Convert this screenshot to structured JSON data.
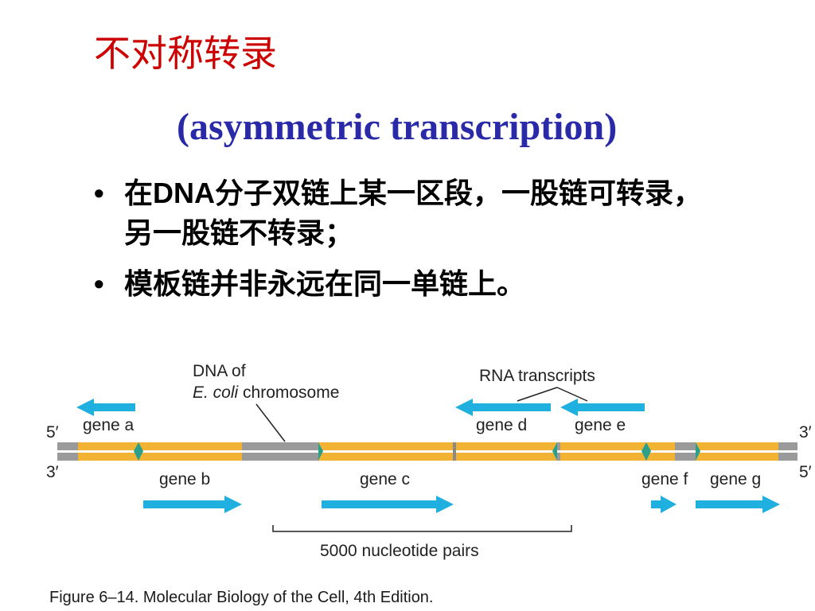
{
  "title_cn": "不对称转录",
  "title_en": "(asymmetric transcription)",
  "bullets": [
    "在DNA分子双链上某一区段，一股链可转录，另一股链不转录；",
    "模板链并非永远在同一单链上。"
  ],
  "bullet_symbol": "•",
  "figure": {
    "dna_label_line1": "DNA of",
    "dna_label_italic": "E. coli",
    "dna_label_rest": " chromosome",
    "rna_label": "RNA transcripts",
    "top_left_end": "5′",
    "bottom_left_end": "3′",
    "top_right_end": "3′",
    "bottom_right_end": "5′",
    "genes_top": [
      "gene a",
      "gene d",
      "gene e"
    ],
    "genes_bottom": [
      "gene b",
      "gene c",
      "gene f",
      "gene g"
    ],
    "scale_label": "5000 nucleotide pairs"
  },
  "caption": "Figure 6–14. Molecular Biology of the Cell, 4th Edition.",
  "colors": {
    "title_cn": "#cc0000",
    "title_en": "#2a2aa8",
    "gene_bar": "#f2b233",
    "dna_gray": "#9a9a9a",
    "arrow": "#1fb0e0",
    "divider": "#2aa08a"
  }
}
